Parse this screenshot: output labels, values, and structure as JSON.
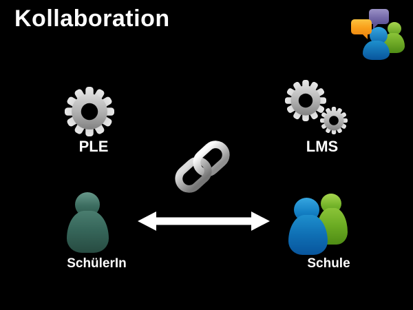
{
  "slide": {
    "title": "Kollaboration",
    "background_color": "#000000",
    "text_color": "#ffffff"
  },
  "nodes": {
    "ple": {
      "label": "PLE",
      "icon": "gear-icon",
      "icon_color": "#b2b2b2"
    },
    "lms": {
      "label": "LMS",
      "icon": "double-gear-icon",
      "icon_color": "#b2b2b2"
    },
    "schuelerin": {
      "label": "SchülerIn",
      "icon": "single-person-icon",
      "icon_color": "#3c6d60"
    },
    "schule": {
      "label": "Schule",
      "icon": "two-people-icon",
      "icon_colors": [
        "#1480c4",
        "#74b42a"
      ]
    }
  },
  "connectors": {
    "center_link": {
      "icon": "chain-link-icon",
      "color": "#c0c0c0",
      "connects": [
        "PLE",
        "LMS"
      ]
    },
    "bottom_arrow": {
      "icon": "double-headed-arrow-icon",
      "color": "#ffffff",
      "connects": [
        "SchülerIn",
        "Schule"
      ]
    }
  },
  "logo": {
    "icon": "collaboration-logo",
    "colors": {
      "bubble_purple": "#776cab",
      "bubble_orange": "#f9a01b",
      "person_blue": "#1480c4",
      "person_green": "#74b42a"
    }
  }
}
